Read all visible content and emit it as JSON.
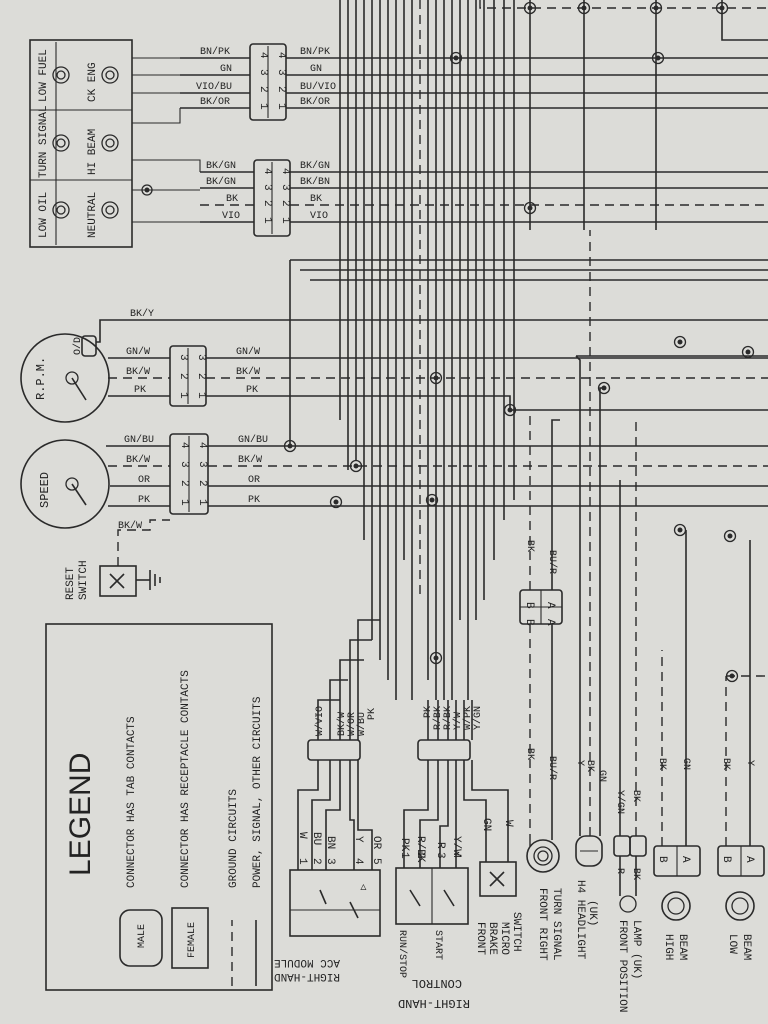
{
  "indicators": {
    "low_fuel": "LOW FUEL",
    "turn_signal": "TURN SIGNAL",
    "low_oil": "LOW OIL",
    "ck_eng": "CK ENG",
    "hi_beam": "HI BEAM",
    "neutral": "NEUTRAL"
  },
  "connector_top": {
    "pins": [
      "4",
      "3",
      "2",
      "1"
    ],
    "left_wires": [
      "BN/PK",
      "GN",
      "VIO/BU",
      "BK/OR"
    ],
    "right_wires": [
      "BN/PK",
      "GN",
      "BU/VIO",
      "BK/OR"
    ]
  },
  "connector_mid": {
    "pins": [
      "4",
      "3",
      "2",
      "1"
    ],
    "left_wires": [
      "BK/GN",
      "BK/GN",
      "BK",
      "VIO"
    ],
    "right_wires": [
      "BK/GN",
      "BK/BN",
      "BK",
      "VIO"
    ]
  },
  "rpm": {
    "label": "R.P.M.",
    "od": "O/D",
    "top_wire": "BK/Y",
    "pins": [
      "3",
      "2",
      "1"
    ],
    "left_wires": [
      "GN/W",
      "BK/W",
      "PK"
    ],
    "right_wires": [
      "GN/W",
      "BK/W",
      "PK"
    ]
  },
  "speed": {
    "label": "SPEED",
    "pins": [
      "4",
      "3",
      "2",
      "1"
    ],
    "left_wires": [
      "GN/BU",
      "BK/W",
      "OR",
      "PK"
    ],
    "right_wires": [
      "GN/BU",
      "BK/W",
      "OR",
      "PK"
    ]
  },
  "reset": {
    "label_1": "RESET",
    "label_2": "SWITCH",
    "wire": "BK/W"
  },
  "turn_conn": {
    "pin_a": "A",
    "pin_b": "B",
    "top_wires": [
      "BK",
      "BU/R"
    ],
    "bottom_wires": [
      "BK",
      "BU/R"
    ]
  },
  "legend": {
    "title": "LEGEND",
    "tab": "CONNECTOR HAS TAB CONTACTS",
    "receptacle": "CONNECTOR HAS RECEPTACLE CONTACTS",
    "male": "MALE",
    "female": "FEMALE",
    "ground": "GROUND CIRCUITS",
    "power": "POWER, SIGNAL, OTHER CIRCUITS"
  },
  "acc_module": {
    "label_1": "RIGHT-HAND",
    "label_2": "ACC MODULE",
    "conn_wires": [
      "W/VIO",
      "BK/W",
      "W/OR",
      "W/BU",
      "PK"
    ],
    "wires": [
      "W",
      "BU",
      "BN",
      "Y",
      "OR"
    ],
    "pins": [
      "1",
      "2",
      "3",
      "4",
      "5"
    ]
  },
  "rh_control": {
    "label_1": "RIGHT-HAND",
    "label_2": "CONTROL",
    "run_stop": "RUN/STOP",
    "start": "START",
    "conn_wires": [
      "PK",
      "R/BK",
      "R/BK",
      "Y/W",
      "W/PK",
      "Y/GN"
    ],
    "wires": [
      "PK",
      "R/BK",
      "R",
      "Y/W"
    ],
    "pins": [
      "1",
      "2",
      "3",
      "4"
    ],
    "gn": "GN",
    "w": "W"
  },
  "front_brake": {
    "label_1": "FRONT",
    "label_2": "BRAKE",
    "label_3": "MICRO",
    "label_4": "SWITCH"
  },
  "front_right_turn": {
    "label_1": "FRONT RIGHT",
    "label_2": "TURN SIGNAL",
    "wires": [
      "BK",
      "BU/R"
    ]
  },
  "headlight": {
    "label_1": "H4 HEADLIGHT",
    "label_2": "(UK)",
    "wires": [
      "Y",
      "BK",
      "GN"
    ]
  },
  "position_lamp": {
    "label_1": "FRONT POSITION",
    "label_2": "LAMP (UK)",
    "wires": [
      "R",
      "BK",
      "Y/GN",
      "BK"
    ]
  },
  "high_beam": {
    "label_1": "HIGH",
    "label_2": "BEAM",
    "pins": [
      "B",
      "A"
    ],
    "wires": [
      "BK",
      "GN"
    ]
  },
  "low_beam": {
    "label_1": "LOW",
    "label_2": "BEAM",
    "pins": [
      "B",
      "A"
    ],
    "wires": [
      "BK",
      "Y"
    ]
  }
}
